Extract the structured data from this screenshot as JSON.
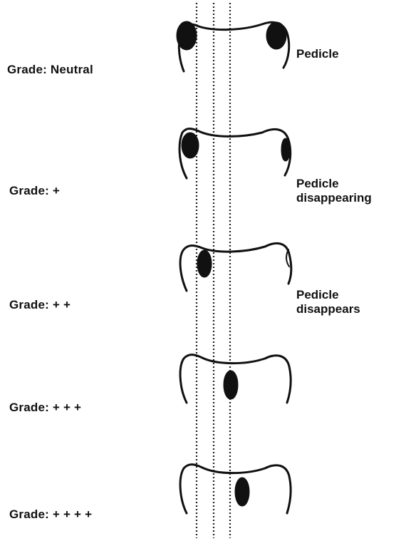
{
  "grades": [
    {
      "grade": "Grade: Neutral",
      "annotation": [
        "Pedicle"
      ]
    },
    {
      "grade": "Grade: +",
      "annotation": [
        "Pedicle",
        "disappearing"
      ]
    },
    {
      "grade": "Grade: + +",
      "annotation": [
        "Pedicle",
        "disappears"
      ]
    },
    {
      "grade": "Grade: + + +",
      "annotation": []
    },
    {
      "grade": "Grade: + + + +",
      "annotation": []
    }
  ],
  "colors": {
    "ink": "#111111",
    "guide": "#222222",
    "background": "#ffffff"
  }
}
